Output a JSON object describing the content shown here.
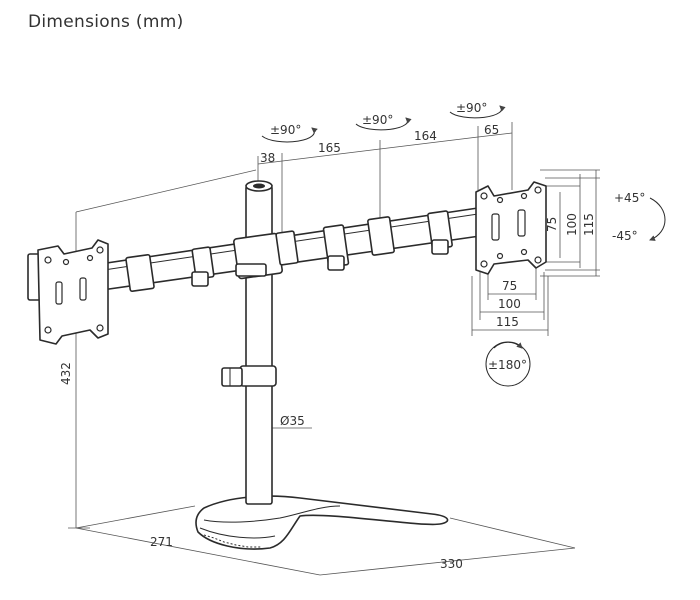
{
  "title": "Dimensions (mm)",
  "dimensions": {
    "pole_offset": "38",
    "arm_seg_1": "165",
    "arm_seg_2": "164",
    "arm_end": "65",
    "height": "432",
    "pole_diameter": "Ø35",
    "base_depth": "271",
    "base_width": "330",
    "vesa_h_75": "75",
    "vesa_h_100": "100",
    "vesa_h_115": "115",
    "vesa_v_75": "75",
    "vesa_v_100": "100",
    "vesa_v_115": "115"
  },
  "rotations": {
    "swivel_1": "±90°",
    "swivel_2": "±90°",
    "swivel_3": "±90°",
    "tilt_up": "+45°",
    "tilt_down": "-45°",
    "rotate": "±180°"
  }
}
